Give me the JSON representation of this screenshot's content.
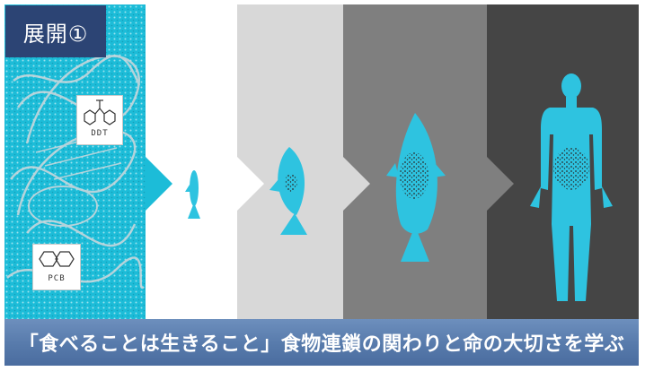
{
  "tag": {
    "label": "展開①",
    "background": "#2c4474"
  },
  "chemicals": {
    "ddt": {
      "label": "DDT"
    },
    "pcb": {
      "label": "PCB"
    }
  },
  "panels": {
    "colors": [
      "#1cbcd8",
      "#ffffff",
      "#d8d8d8",
      "#7f7f7f",
      "#454545"
    ],
    "accent": "#2ec3e0"
  },
  "caption": {
    "text": "「食べることは生きること」食物連鎖の関わりと命の大切さを学ぶ"
  }
}
